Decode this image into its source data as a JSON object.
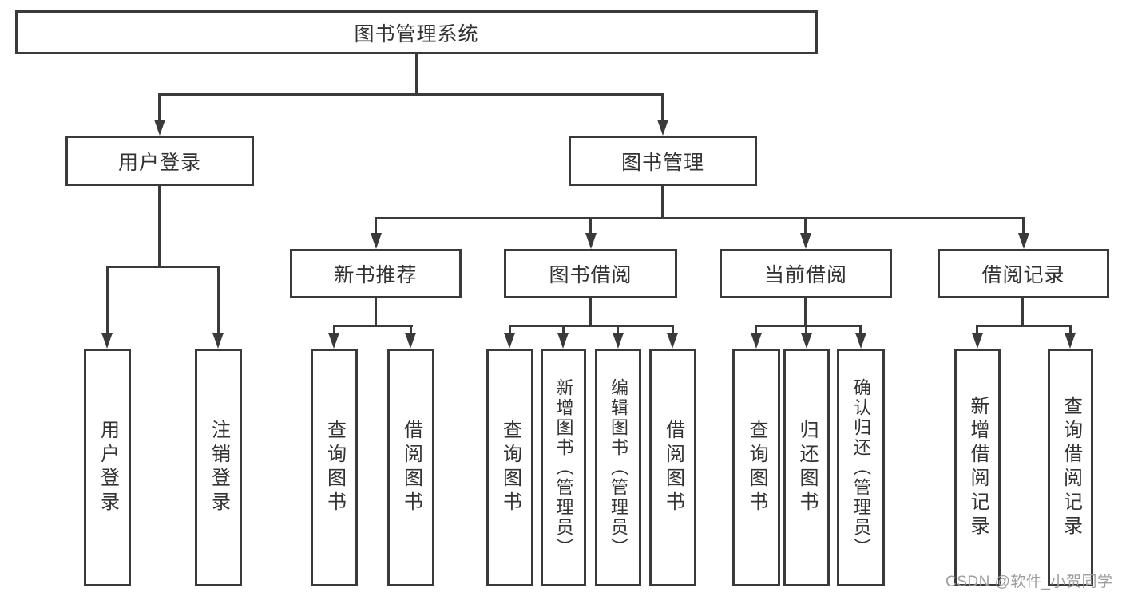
{
  "diagram": {
    "type": "hierarchy-tree",
    "colors": {
      "line": "#3a3a3a",
      "text": "#333333",
      "background": "#ffffff",
      "watermark": "#9e9e9e"
    }
  },
  "tree": {
    "root": {
      "label": "图书管理系统",
      "children": [
        {
          "label": "用户登录",
          "children": [
            {
              "label": "用户登录"
            },
            {
              "label": "注销登录"
            }
          ]
        },
        {
          "label": "图书管理",
          "children": [
            {
              "label": "新书推荐",
              "children": [
                {
                  "label": "查询图书"
                },
                {
                  "label": "借阅图书"
                }
              ]
            },
            {
              "label": "图书借阅",
              "children": [
                {
                  "label": "查询图书"
                },
                {
                  "label": "新增图书（管理员）"
                },
                {
                  "label": "编辑图书（管理员）"
                },
                {
                  "label": "借阅图书"
                }
              ]
            },
            {
              "label": "当前借阅",
              "children": [
                {
                  "label": "查询图书"
                },
                {
                  "label": "归还图书"
                },
                {
                  "label": "确认归还（管理员）"
                }
              ]
            },
            {
              "label": "借阅记录",
              "children": [
                {
                  "label": "新增借阅记录"
                },
                {
                  "label": "查询借阅记录"
                }
              ]
            }
          ]
        }
      ]
    }
  },
  "watermark": {
    "text": "CSDN @软件_小贺同学"
  }
}
